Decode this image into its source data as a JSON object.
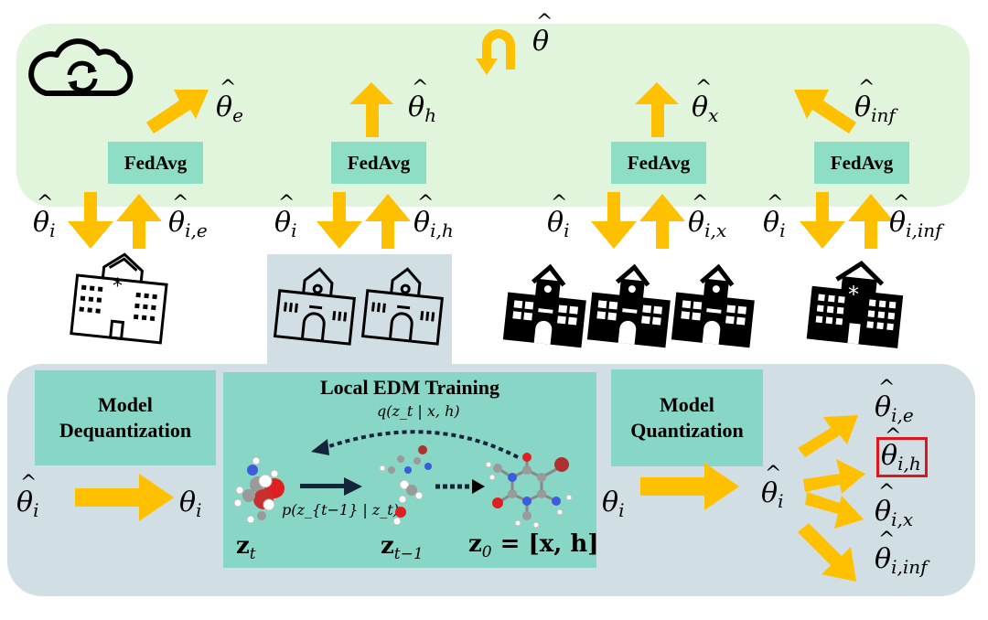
{
  "colors": {
    "server_panel": "#e1f4dc",
    "client_panel": "#d1dfe5",
    "teal_box": "#88d6c6",
    "fedavg_box": "#8ddec5",
    "arrow": "#ffc000",
    "highlight_border": "#e0151b",
    "dark_arrow": "#14243a"
  },
  "server": {
    "icon": "cloud-sync-icon",
    "global_param": {
      "symbol": "θ",
      "hat": true,
      "sub": ""
    },
    "aggregators": [
      {
        "label": "FedAvg",
        "output": {
          "symbol": "θ",
          "hat": true,
          "sub": "e"
        }
      },
      {
        "label": "FedAvg",
        "output": {
          "symbol": "θ",
          "hat": true,
          "sub": "h"
        }
      },
      {
        "label": "FedAvg",
        "output": {
          "symbol": "θ",
          "hat": true,
          "sub": "x"
        }
      },
      {
        "label": "FedAvg",
        "output": {
          "symbol": "θ",
          "hat": true,
          "sub": "inf"
        }
      }
    ]
  },
  "clients": [
    {
      "down": {
        "symbol": "θ",
        "sub": "i"
      },
      "up": {
        "symbol": "θ",
        "sub": "i,e"
      },
      "icon": "hospital-outline-icon",
      "count": 1
    },
    {
      "down": {
        "symbol": "θ",
        "sub": "i"
      },
      "up": {
        "symbol": "θ",
        "sub": "i,h"
      },
      "icon": "school-outline-icon",
      "count": 2,
      "highlighted": true
    },
    {
      "down": {
        "symbol": "θ",
        "sub": "i"
      },
      "up": {
        "symbol": "θ",
        "sub": "i,x"
      },
      "icon": "school-filled-icon",
      "count": 3
    },
    {
      "down": {
        "symbol": "θ",
        "sub": "i"
      },
      "up": {
        "symbol": "θ",
        "sub": "i,inf"
      },
      "icon": "hospital-filled-icon",
      "count": 1
    }
  ],
  "local": {
    "dequant": {
      "line1": "Model",
      "line2": "Dequantization"
    },
    "input_param": {
      "symbol": "θ",
      "sub": "i",
      "hat": true
    },
    "dequant_param": {
      "symbol": "θ",
      "sub": "i"
    },
    "training": {
      "title": "Local EDM Training",
      "forward_label": "q(z_t | x, h)",
      "reverse_label": "p(z_{t−1} | z_t)",
      "states": [
        {
          "label": "z",
          "sub": "t"
        },
        {
          "label": "z",
          "sub": "t−1"
        },
        {
          "label": "z",
          "sub": "0",
          "suffix": " = [x, h]"
        }
      ]
    },
    "quant": {
      "line1": "Model",
      "line2": "Quantization"
    },
    "quant_input": {
      "symbol": "θ",
      "sub": "i"
    },
    "quant_output": {
      "symbol": "θ",
      "sub": "i",
      "hat": true
    },
    "outputs": [
      {
        "symbol": "θ",
        "sub": "i,e",
        "highlighted": false
      },
      {
        "symbol": "θ",
        "sub": "i,h",
        "highlighted": true
      },
      {
        "symbol": "θ",
        "sub": "i,x",
        "highlighted": false
      },
      {
        "symbol": "θ",
        "sub": "i,inf",
        "highlighted": false
      }
    ]
  }
}
